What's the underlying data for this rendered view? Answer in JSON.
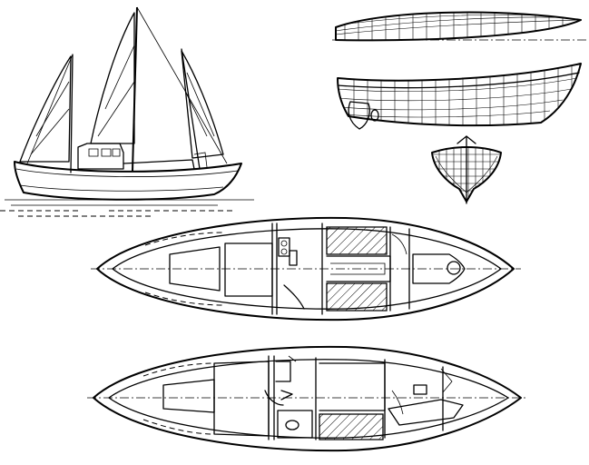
{
  "drawing": {
    "views": [
      "sail-plan-profile",
      "hull-lines-plan",
      "hull-lines-profile",
      "hull-body-section",
      "accommodation-plan-upper",
      "accommodation-plan-lower"
    ],
    "colors": {
      "ink": "#000000",
      "paper": "#ffffff"
    }
  }
}
